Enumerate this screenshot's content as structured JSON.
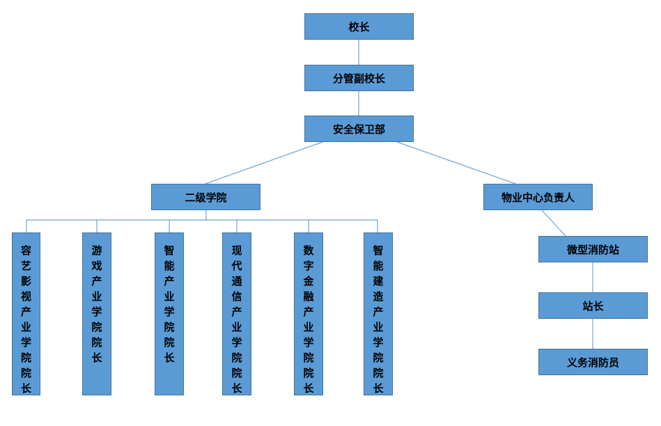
{
  "org": {
    "principal": "校长",
    "vice_principal": "分管副校长",
    "security_dept": "安全保卫部",
    "secondary_college": "二级学院",
    "property_head": "物业中心负责人",
    "mini_fire_station": "微型消防站",
    "station_head": "站长",
    "volunteer_firefighter": "义务消防员",
    "deans": [
      "容艺影视产业学院院长",
      "游戏产业学院院长",
      "智能产业学院院长",
      "现代通信产业学院院长",
      "数字金融产业学院院长",
      "智能建造产业学院院长"
    ]
  },
  "colors": {
    "box_fill": "#5b9bd5",
    "box_border": "#41719c",
    "line": "#5b9bd5"
  }
}
